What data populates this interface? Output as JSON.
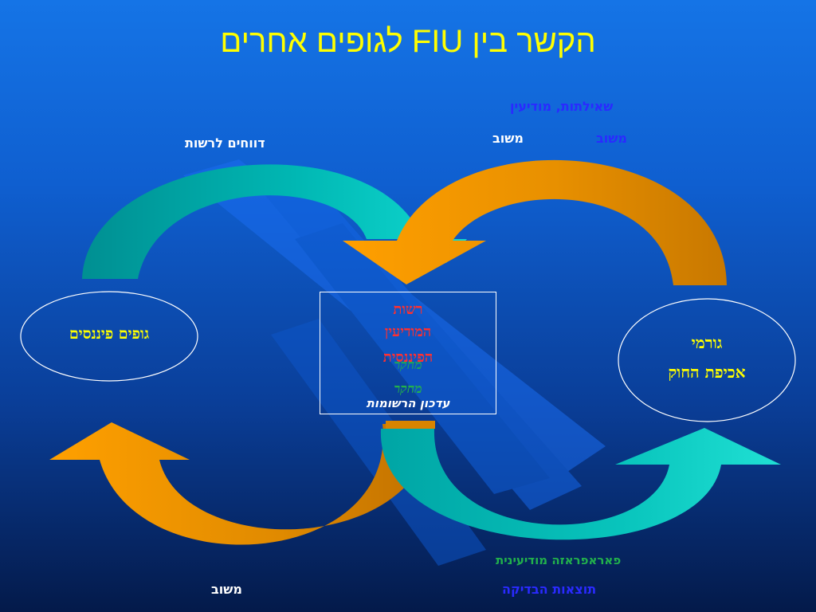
{
  "title": "הקשר בין FIU לגופים אחרים",
  "nodes": {
    "financial_bodies": "גופים פיננסים",
    "law_enforcement_line1": "גורמי",
    "law_enforcement_line2": "אכיפת החוק",
    "fiu_line1": "רשות",
    "fiu_line2": "המודיעין",
    "fiu_line3": "הפיננסית",
    "fiu_overlap": "מחקר",
    "fiu_research": "מחקר",
    "fiu_update": "עדכון הרשומות"
  },
  "labels": {
    "reports_to_authority": "דווחים לרשות",
    "queries_intelligence": "שאילתות, מודיעין",
    "feedback_top_center": "משוב",
    "feedback_top_right": "משוב",
    "feedback_bottom_left": "משוב",
    "paraphrase_intelligence": "פאראפראזה מודיעינית",
    "check_results": "תוצאות הבדיקה"
  },
  "colors": {
    "title": "#ffff00",
    "teal": "#00b5b0",
    "orange": "#ff9900",
    "fiu_text": "#ff3030",
    "green_text": "#22b14c",
    "blue_text": "#2a2aff"
  }
}
